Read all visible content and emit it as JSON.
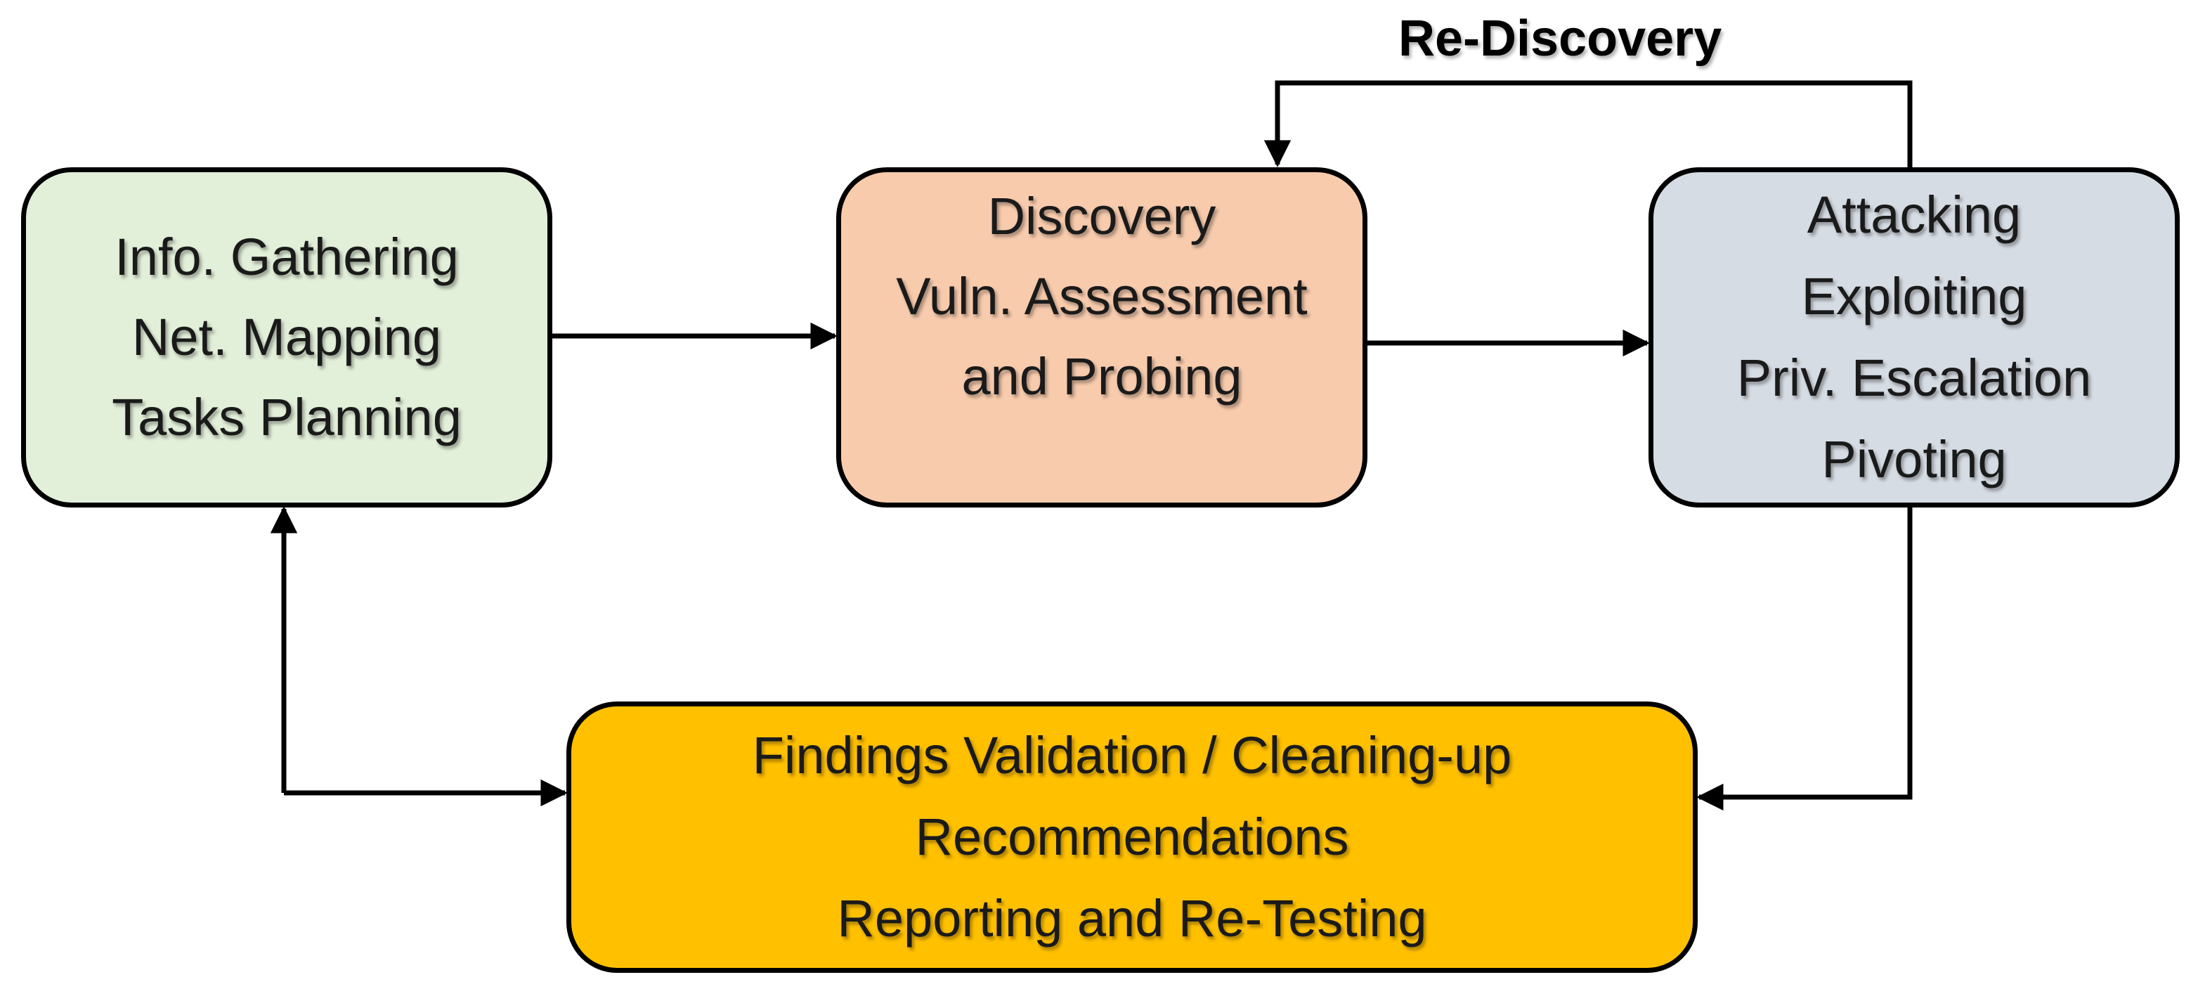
{
  "colors": {
    "info_fill": "#e2efd9",
    "discovery_fill": "#f8cbad",
    "attack_fill": "#d6dce4",
    "findings_fill": "#ffc000",
    "stroke": "#000000"
  },
  "boxes": {
    "info": {
      "lines": [
        "Info. Gathering",
        "Net. Mapping",
        "Tasks Planning"
      ]
    },
    "discovery": {
      "lines": [
        "Discovery",
        "Vuln. Assessment",
        "and Probing"
      ]
    },
    "attack": {
      "lines": [
        "Attacking",
        "Exploiting",
        "Priv. Escalation",
        "Pivoting"
      ]
    },
    "findings": {
      "lines": [
        "Findings Validation / Cleaning-up",
        "Recommendations",
        "Reporting and Re-Testing"
      ]
    }
  },
  "edges": {
    "rediscovery_label": "Re-Discovery"
  }
}
